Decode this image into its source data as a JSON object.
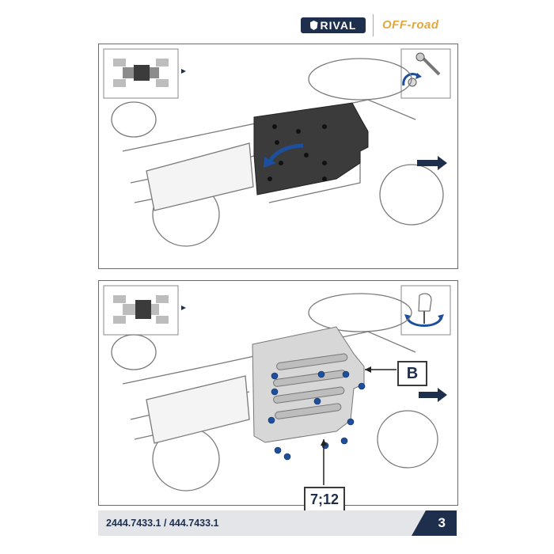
{
  "brand": {
    "logo": "RIVAL",
    "tagline": "OFF-road"
  },
  "callouts": {
    "b": "B",
    "fasteners": "7;12"
  },
  "footer": {
    "part_numbers": "2444.7433.1 / 444.7433.1",
    "page_number": "3"
  },
  "colors": {
    "navy": "#1e2f4d",
    "accent_blue": "#1d4f9c",
    "plate_dark": "#3b3b3b",
    "plate_light": "#d7d7d7",
    "orange": "#e4a73a"
  },
  "icons": [
    "vehicle-top-view-icon",
    "wrench-unscrew-icon",
    "hand-tighten-icon",
    "direction-arrow-icon",
    "rotate-arrow-icon"
  ]
}
